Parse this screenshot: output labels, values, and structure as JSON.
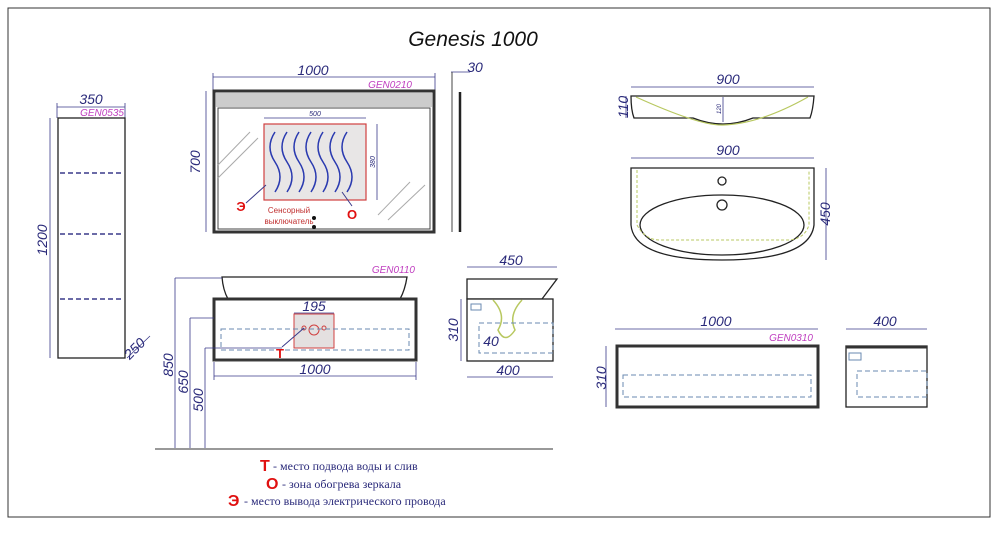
{
  "title": "Genesis 1000",
  "tall_cabinet": {
    "code": "GEN0535",
    "width": "350",
    "height": "1200",
    "depth": "250"
  },
  "mirror": {
    "code": "GEN0210",
    "width": "1000",
    "height": "700",
    "depth": "30",
    "heat_width": "500",
    "heat_height": "380",
    "switch_label_1": "Сенсорный",
    "switch_label_2": "выключатель",
    "mark_e": "Э",
    "mark_o": "О"
  },
  "vanity": {
    "code": "GEN0110",
    "width": "1000",
    "service_width": "195",
    "h_top": "850",
    "h_cabinet": "650",
    "h_bottom": "500",
    "mark_t": "Т",
    "side_depth_top": "450",
    "side_height": "310",
    "side_offset": "40",
    "side_depth": "400"
  },
  "basin": {
    "width_side": "900",
    "height_side": "110",
    "bowl_depth": "120",
    "width_top": "900",
    "depth_top": "450"
  },
  "lower_cabinet": {
    "code": "GEN0310",
    "width": "1000",
    "height": "310",
    "side_depth": "400"
  },
  "legend": [
    {
      "mark": "Т",
      "text": "- место подвода воды и слив"
    },
    {
      "mark": "О",
      "text": "- зона обогрева зеркала"
    },
    {
      "mark": "Э",
      "text": "- место вывода электрического провода"
    }
  ]
}
